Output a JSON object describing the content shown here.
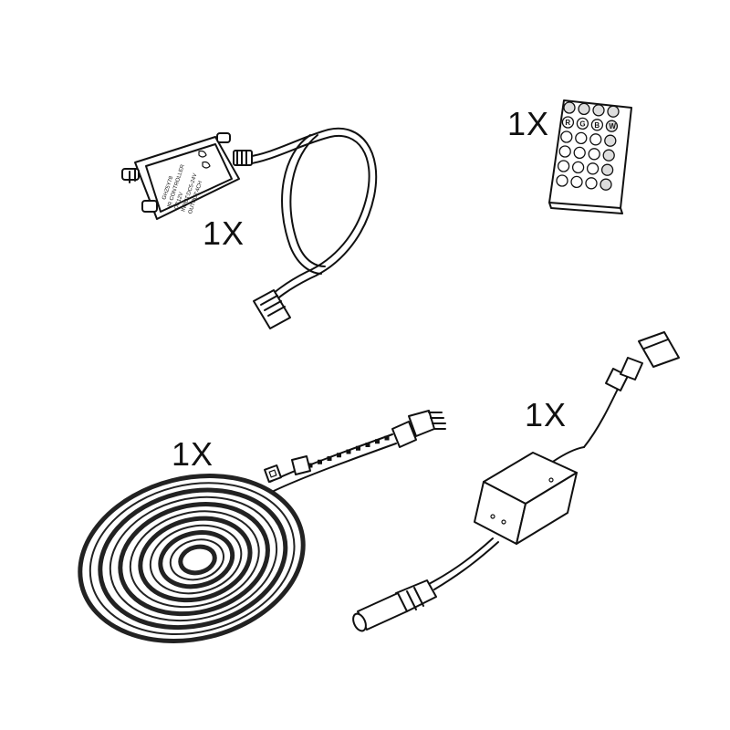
{
  "items": [
    {
      "id": "ir-controller",
      "quantity_label": "1X"
    },
    {
      "id": "ir-remote",
      "quantity_label": "1X"
    },
    {
      "id": "led-strip-reel",
      "quantity_label": "1X"
    },
    {
      "id": "power-adapter",
      "quantity_label": "1X"
    }
  ],
  "controller_label": [
    "GHZ5Y78",
    "IR CONTROLLER",
    "DC12V",
    "INPUT:DC5-24V",
    "OUTPUT:4CH"
  ],
  "remote_keys": [
    "R",
    "G",
    "B",
    "W"
  ],
  "colors": {
    "line": "#111111",
    "background": "#ffffff"
  }
}
